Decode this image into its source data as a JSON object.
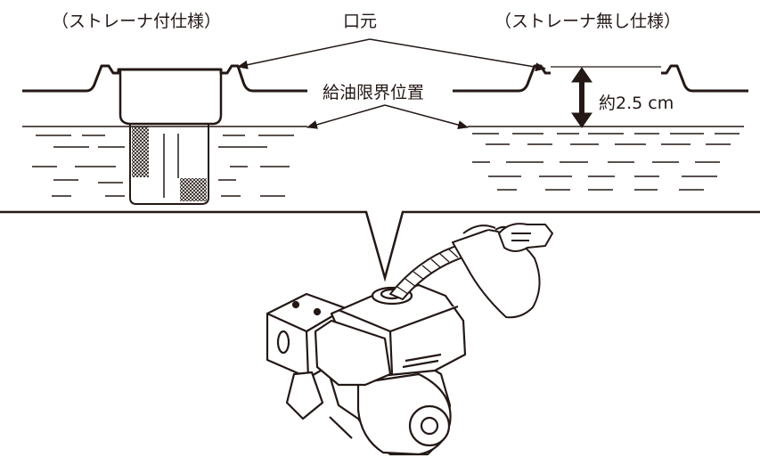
{
  "labels": {
    "with_strainer": "（ストレーナ付仕様）",
    "mouth": "口元",
    "without_strainer": "（ストレーナ無し仕様）",
    "fill_limit": "給油限界位置",
    "depth": "約2.5 cm"
  },
  "colors": {
    "ink": "#231815",
    "paper": "#ffffff",
    "hatch": "#231815"
  }
}
